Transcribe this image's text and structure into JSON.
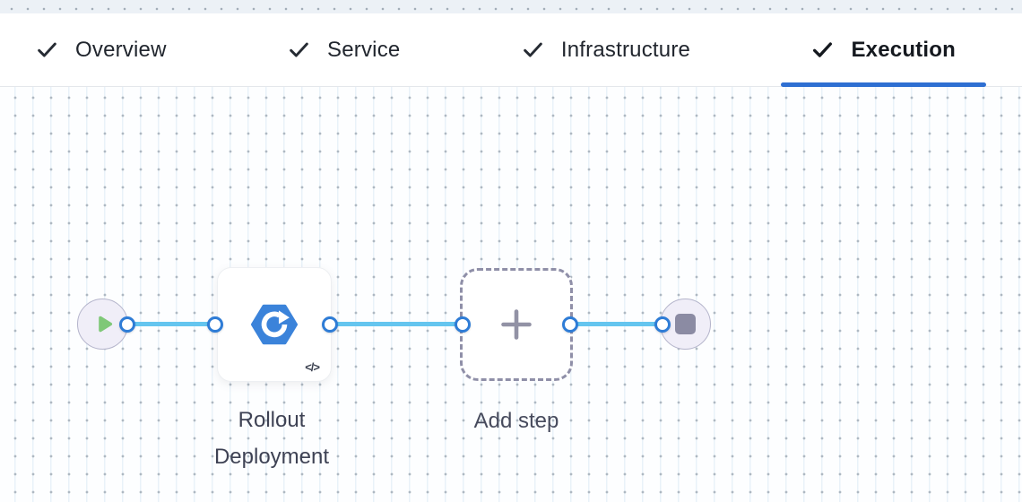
{
  "tabs": {
    "items": [
      {
        "label": "Overview",
        "state": "completed"
      },
      {
        "label": "Service",
        "state": "completed"
      },
      {
        "label": "Infrastructure",
        "state": "completed"
      },
      {
        "label": "Execution",
        "state": "completed-active"
      }
    ]
  },
  "pipeline": {
    "steps": [
      {
        "type": "start",
        "icon": "play-icon"
      },
      {
        "type": "step",
        "label": "Rollout Deployment",
        "icon": "rolling-deployment-icon",
        "badge": "</>"
      },
      {
        "type": "add-step",
        "label": "Add step",
        "icon": "plus-icon"
      },
      {
        "type": "end",
        "icon": "stop-icon"
      }
    ]
  },
  "colors": {
    "active_tab_underline": "#2e6fd2",
    "connector_ring": "#2e7cd6",
    "edge_blue": "#64c5ef",
    "play_green": "#7fc878",
    "step_icon_blue": "#3b83da",
    "stop_gray": "#8b8ba3"
  }
}
